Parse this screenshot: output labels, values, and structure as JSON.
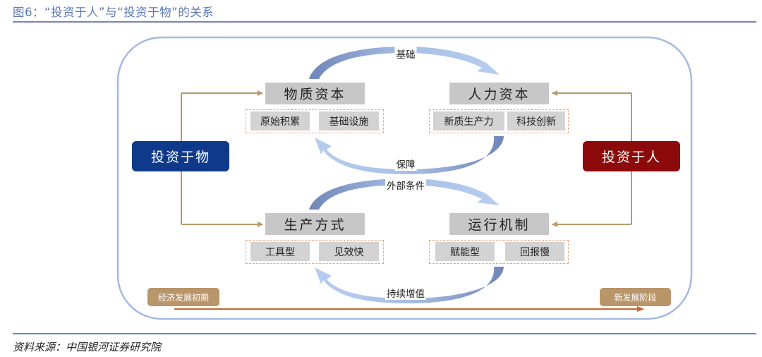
{
  "header": {
    "title": "图6：“投资于人”与“投资于物”的关系"
  },
  "footer": {
    "source": "资料来源：中国银河证券研究院"
  },
  "colors": {
    "rule": "#6f88bd",
    "container_border": "#a3b9e3",
    "invest_in_things": "#0f3a8c",
    "invest_in_people": "#8c0a0a",
    "connector": "#b8996a",
    "stage_tag": "#b9956a",
    "timeline": "#c8672b",
    "dashed_border": "#e9a77e",
    "arc_light": "#bcd0f0",
    "arc_dark": "#6f86b8",
    "gray_box": "#c7c7c7"
  },
  "diagram": {
    "actors": {
      "left": "投资于物",
      "right": "投资于人"
    },
    "nodes": {
      "physical_capital": {
        "label": "物质资本",
        "items": [
          "原始积累",
          "基础设施"
        ]
      },
      "human_capital": {
        "label": "人力资本",
        "items": [
          "新质生产力",
          "科技创新"
        ]
      },
      "production_mode": {
        "label": "生产方式",
        "items": [
          "工具型",
          "见效快"
        ]
      },
      "operating_mechanism": {
        "label": "运行机制",
        "items": [
          "赋能型",
          "回报慢"
        ]
      }
    },
    "arcs": {
      "top_forward": "基础",
      "top_back": "保障",
      "bottom_forward": "外部条件",
      "bottom_back": "持续增值"
    },
    "stages": {
      "start": "经济发展初期",
      "end": "新发展阶段"
    }
  }
}
